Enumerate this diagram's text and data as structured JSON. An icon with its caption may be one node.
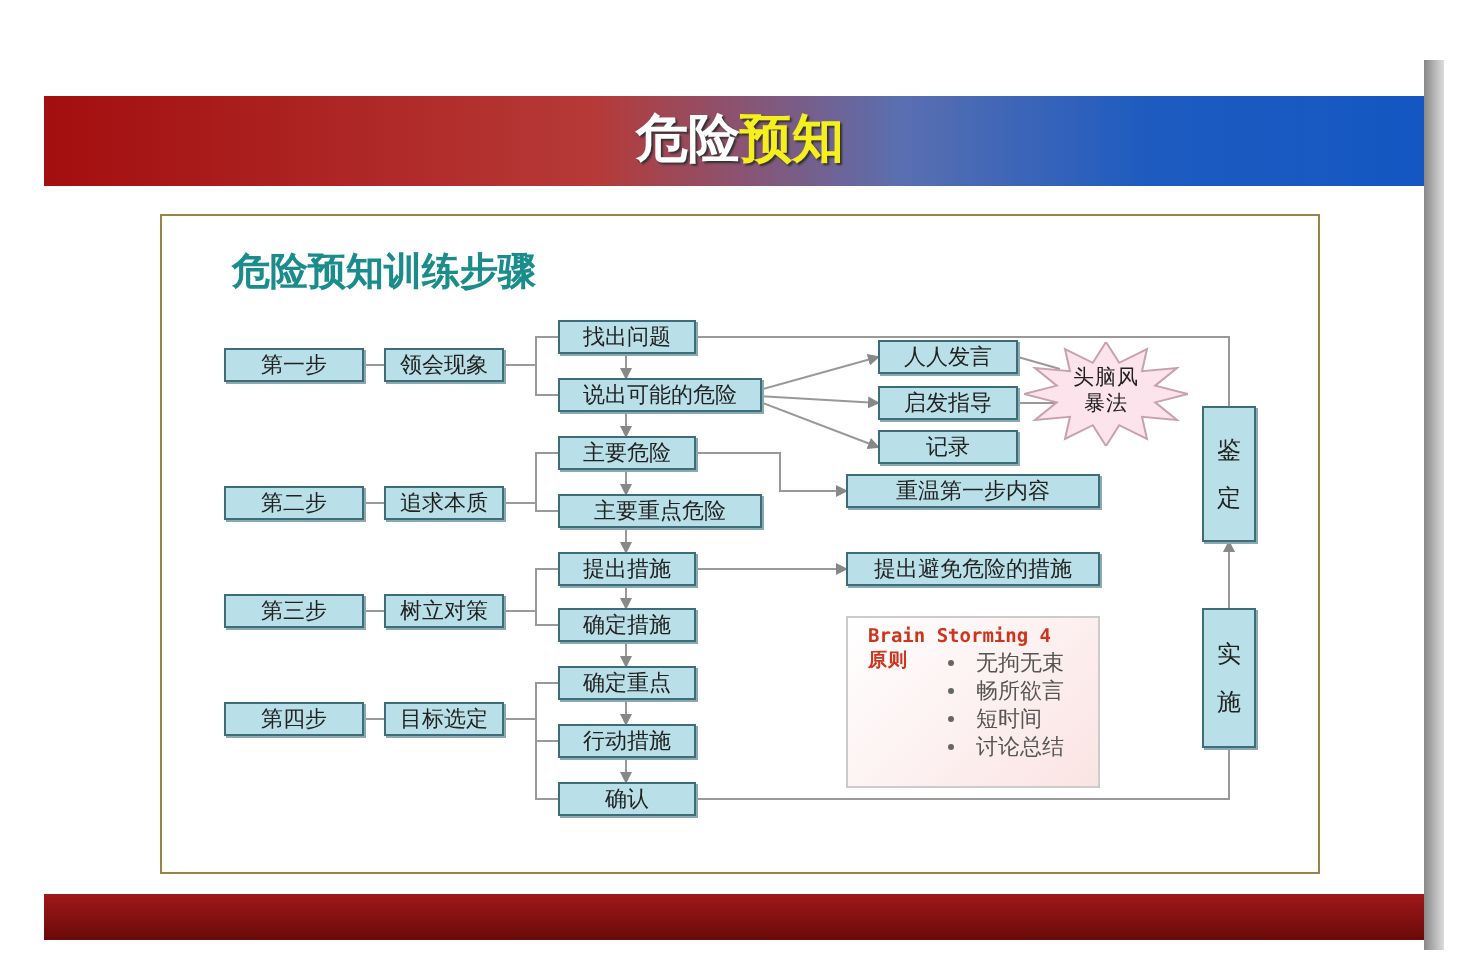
{
  "diagram": {
    "title": "危险预知",
    "nodes": [
      {
        "text": [
          "第一步"
        ]
      },
      {
        "text": [
          "领会现象"
        ]
      },
      {
        "text": [
          "找出问题"
        ]
      },
      {
        "text": [
          "说出可能的危险"
        ]
      },
      {
        "text": [
          "人人发言"
        ]
      },
      {
        "text": [
          "启发指导"
        ]
      },
      {
        "text": [
          "记录"
        ]
      },
      {
        "text": [
          "头脑风暴法"
        ]
      },
      {
        "text": [
          "主要危险"
        ]
      },
      {
        "text": [
          "主要重点危险"
        ]
      },
      {
        "text": [
          "重温第一步内容"
        ]
      },
      {
        "text": [
          "第二步"
        ]
      },
      {
        "text": [
          "追求本质"
        ]
      },
      {
        "text": [
          "提出措施"
        ]
      },
      {
        "text": [
          "确定措施"
        ]
      },
      {
        "text": [
          "提出避免危险的措施"
        ]
      },
      {
        "text": [
          "第三步"
        ]
      },
      {
        "text": [
          "树立对策"
        ]
      },
      {
        "text": [
          "确定重点"
        ]
      },
      {
        "text": [
          "行动措施"
        ]
      },
      {
        "text": [
          "确认"
        ]
      },
      {
        "text": [
          "第四步"
        ]
      },
      {
        "text": [
          "目标选定"
        ]
      },
      {
        "text": [
          "鉴定"
        ]
      },
      {
        "text": [
          "实施"
        ]
      },
      {
        "text": [
          "Brain Storming 4 原则",
          "无拘无束",
          "畅所欲言",
          "短时间",
          "讨论总结"
        ]
      }
    ],
    "edges": [
      {
        "from": 0,
        "to": 1,
        "arrow": "none"
      },
      {
        "from": 1,
        "to": 2,
        "arrow": "none"
      },
      {
        "from": 1,
        "to": 3,
        "arrow": "none"
      },
      {
        "from": 2,
        "to": 3,
        "arrow": "to"
      },
      {
        "from": 3,
        "to": 4,
        "arrow": "to"
      },
      {
        "from": 3,
        "to": 5,
        "arrow": "to"
      },
      {
        "from": 3,
        "to": 6,
        "arrow": "to"
      },
      {
        "from": 4,
        "to": 7,
        "arrow": "none"
      },
      {
        "from": 5,
        "to": 7,
        "arrow": "none"
      },
      {
        "from": 2,
        "to": 23,
        "arrow": "none"
      },
      {
        "from": 3,
        "to": 8,
        "arrow": "to"
      },
      {
        "from": 8,
        "to": 9,
        "arrow": "to"
      },
      {
        "from": 8,
        "to": 10,
        "arrow": "to"
      },
      {
        "from": 11,
        "to": 12,
        "arrow": "none"
      },
      {
        "from": 12,
        "to": 8,
        "arrow": "none"
      },
      {
        "from": 12,
        "to": 9,
        "arrow": "none"
      },
      {
        "from": 9,
        "to": 13,
        "arrow": "to"
      },
      {
        "from": 13,
        "to": 14,
        "arrow": "to"
      },
      {
        "from": 13,
        "to": 15,
        "arrow": "to"
      },
      {
        "from": 16,
        "to": 17,
        "arrow": "none"
      },
      {
        "from": 17,
        "to": 13,
        "arrow": "none"
      },
      {
        "from": 17,
        "to": 14,
        "arrow": "none"
      },
      {
        "from": 14,
        "to": 18,
        "arrow": "to"
      },
      {
        "from": 18,
        "to": 19,
        "arrow": "to"
      },
      {
        "from": 19,
        "to": 20,
        "arrow": "to"
      },
      {
        "from": 21,
        "to": 22,
        "arrow": "none"
      },
      {
        "from": 22,
        "to": 18,
        "arrow": "none"
      },
      {
        "from": 22,
        "to": 19,
        "arrow": "none"
      },
      {
        "from": 22,
        "to": 20,
        "arrow": "none"
      },
      {
        "from": 20,
        "to": 24,
        "arrow": "none"
      },
      {
        "from": 24,
        "to": 23,
        "arrow": "to"
      }
    ],
    "labels": [
      "危险预知训练步骤"
    ]
  }
}
